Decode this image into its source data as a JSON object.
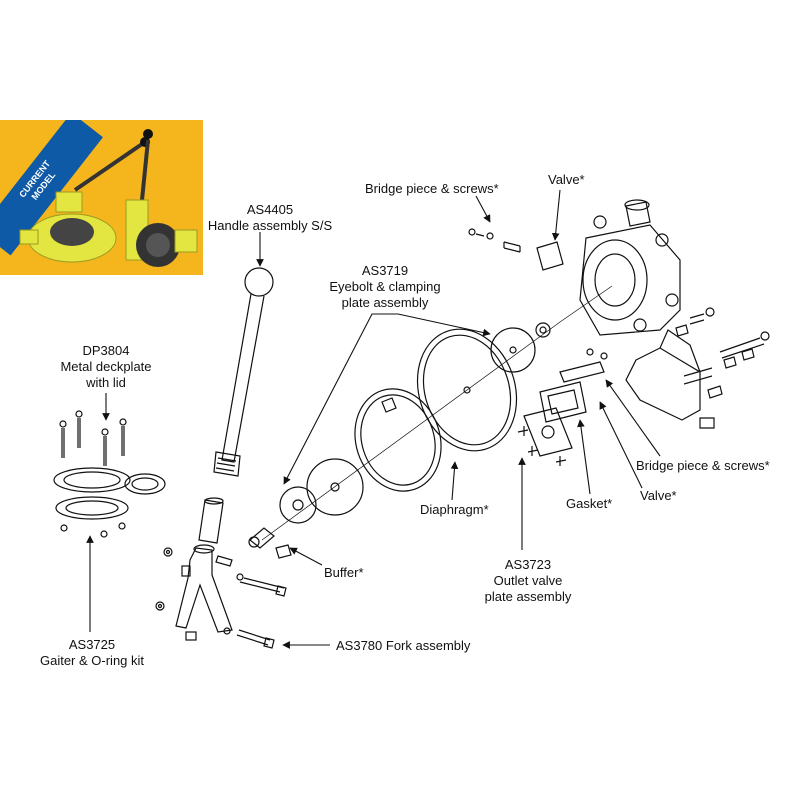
{
  "photo": {
    "ribbon_line1": "CURRENT",
    "ribbon_line2": "MODEL"
  },
  "labels": {
    "handle": {
      "code": "AS4405",
      "name": "Handle assembly S/S"
    },
    "deckplate": {
      "code": "DP3804",
      "line1": "Metal deckplate",
      "line2": "with lid"
    },
    "gaiter": {
      "code": "AS3725",
      "name": "Gaiter & O-ring kit"
    },
    "fork": {
      "text": "AS3780 Fork assembly"
    },
    "eyebolt": {
      "code": "AS3719",
      "line1": "Eyebolt & clamping",
      "line2": "plate assembly"
    },
    "bridge_top": {
      "text": "Bridge piece & screws*"
    },
    "valve_top": {
      "text": "Valve*"
    },
    "buffer": {
      "text": "Buffer*"
    },
    "diaphragm": {
      "text": "Diaphragm*"
    },
    "outlet": {
      "code": "AS3723",
      "line1": "Outlet valve",
      "line2": "plate assembly"
    },
    "gasket": {
      "text": "Gasket*"
    },
    "valve_right": {
      "text": "Valve*"
    },
    "bridge_right": {
      "text": "Bridge piece & screws*"
    }
  },
  "colors": {
    "photo_bg": "#f4b61c",
    "ribbon": "#0f5aa6",
    "pump_body": "#e3e640",
    "line": "#111111"
  }
}
